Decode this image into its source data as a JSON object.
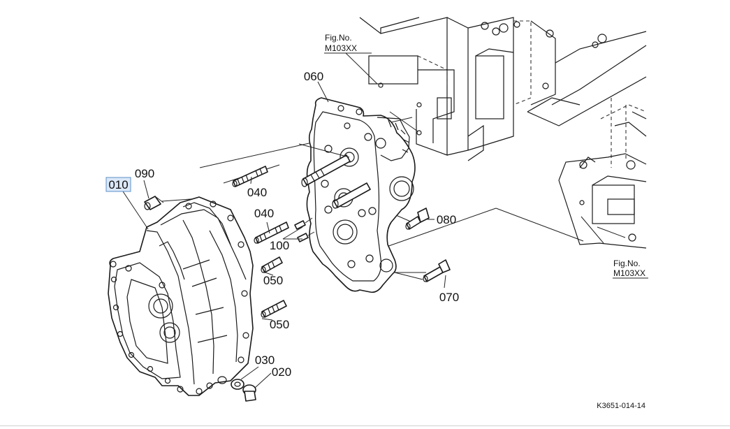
{
  "diagram": {
    "callouts": {
      "c010": "010",
      "c090": "090",
      "c040a": "040",
      "c040b": "040",
      "c100": "100",
      "c050a": "050",
      "c050b": "050",
      "c030": "030",
      "c020": "020",
      "c060": "060",
      "c080": "080",
      "c070": "070"
    },
    "selected_callout": "010",
    "fig_refs": [
      {
        "line1": "Fig.No.",
        "line2": "M103XX"
      },
      {
        "line1": "Fig.No.",
        "line2": "M103XX"
      }
    ],
    "drawing_code": "K3651-014-14",
    "colors": {
      "highlight_fill": "#dbe8f7",
      "highlight_border": "#5b8fc9",
      "line": "#1a1a1a"
    }
  }
}
